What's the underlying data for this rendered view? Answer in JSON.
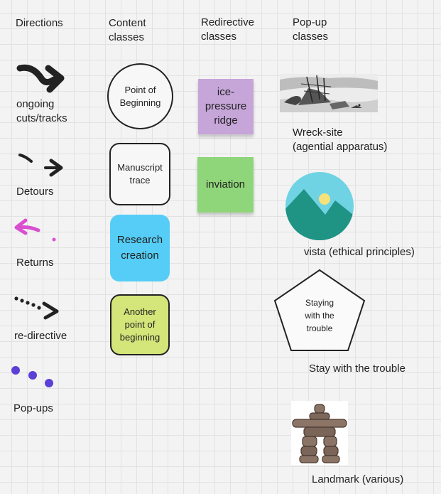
{
  "headers": {
    "directions": "Directions",
    "content": "Content\nclasses",
    "redirective": "Redirective\nclasses",
    "popup": "Pop-up\nclasses"
  },
  "directions": [
    {
      "label": "ongoing\ncuts/tracks",
      "icon": "thick-curved-arrow-icon"
    },
    {
      "label": "Detours",
      "icon": "detour-arrow-icon"
    },
    {
      "label": "Returns",
      "icon": "return-arrow-icon"
    },
    {
      "label": "re-directive",
      "icon": "dotted-arrow-icon"
    },
    {
      "label": "Pop-ups",
      "icon": "dots-icon"
    }
  ],
  "content_classes": [
    {
      "label": "Point of\nBeginning",
      "shape": "circle"
    },
    {
      "label": "Manuscript\ntrace",
      "shape": "rounded-square"
    },
    {
      "label": "Research\ncreation",
      "shape": "rounded-square",
      "color": "#55cdf6"
    },
    {
      "label": "Another\npoint of\nbeginning",
      "shape": "rounded-square",
      "color": "#d4e57a"
    }
  ],
  "redirective_classes": [
    {
      "label": "ice-\npressure\nridge",
      "color": "#c6a5d9"
    },
    {
      "label": "inviation",
      "color": "#8fd57a"
    }
  ],
  "popup_classes": [
    {
      "label": "Wreck-site\n(agential apparatus)",
      "icon": "shipwreck-image"
    },
    {
      "label": "vista (ethical principles)",
      "icon": "mountain-vista-icon"
    },
    {
      "label": "Stay with the trouble",
      "icon": "pentagon-shape",
      "shape_text": "Staying\nwith the\ntrouble"
    },
    {
      "label": "Landmark (various)",
      "icon": "inukshuk-image"
    }
  ],
  "colors": {
    "pink_arrow": "#d94fd0",
    "dots": "#5b3fd6",
    "vista_sky": "#6fd3e4",
    "vista_mountain": "#1f9384",
    "sun": "#f7e27a"
  }
}
